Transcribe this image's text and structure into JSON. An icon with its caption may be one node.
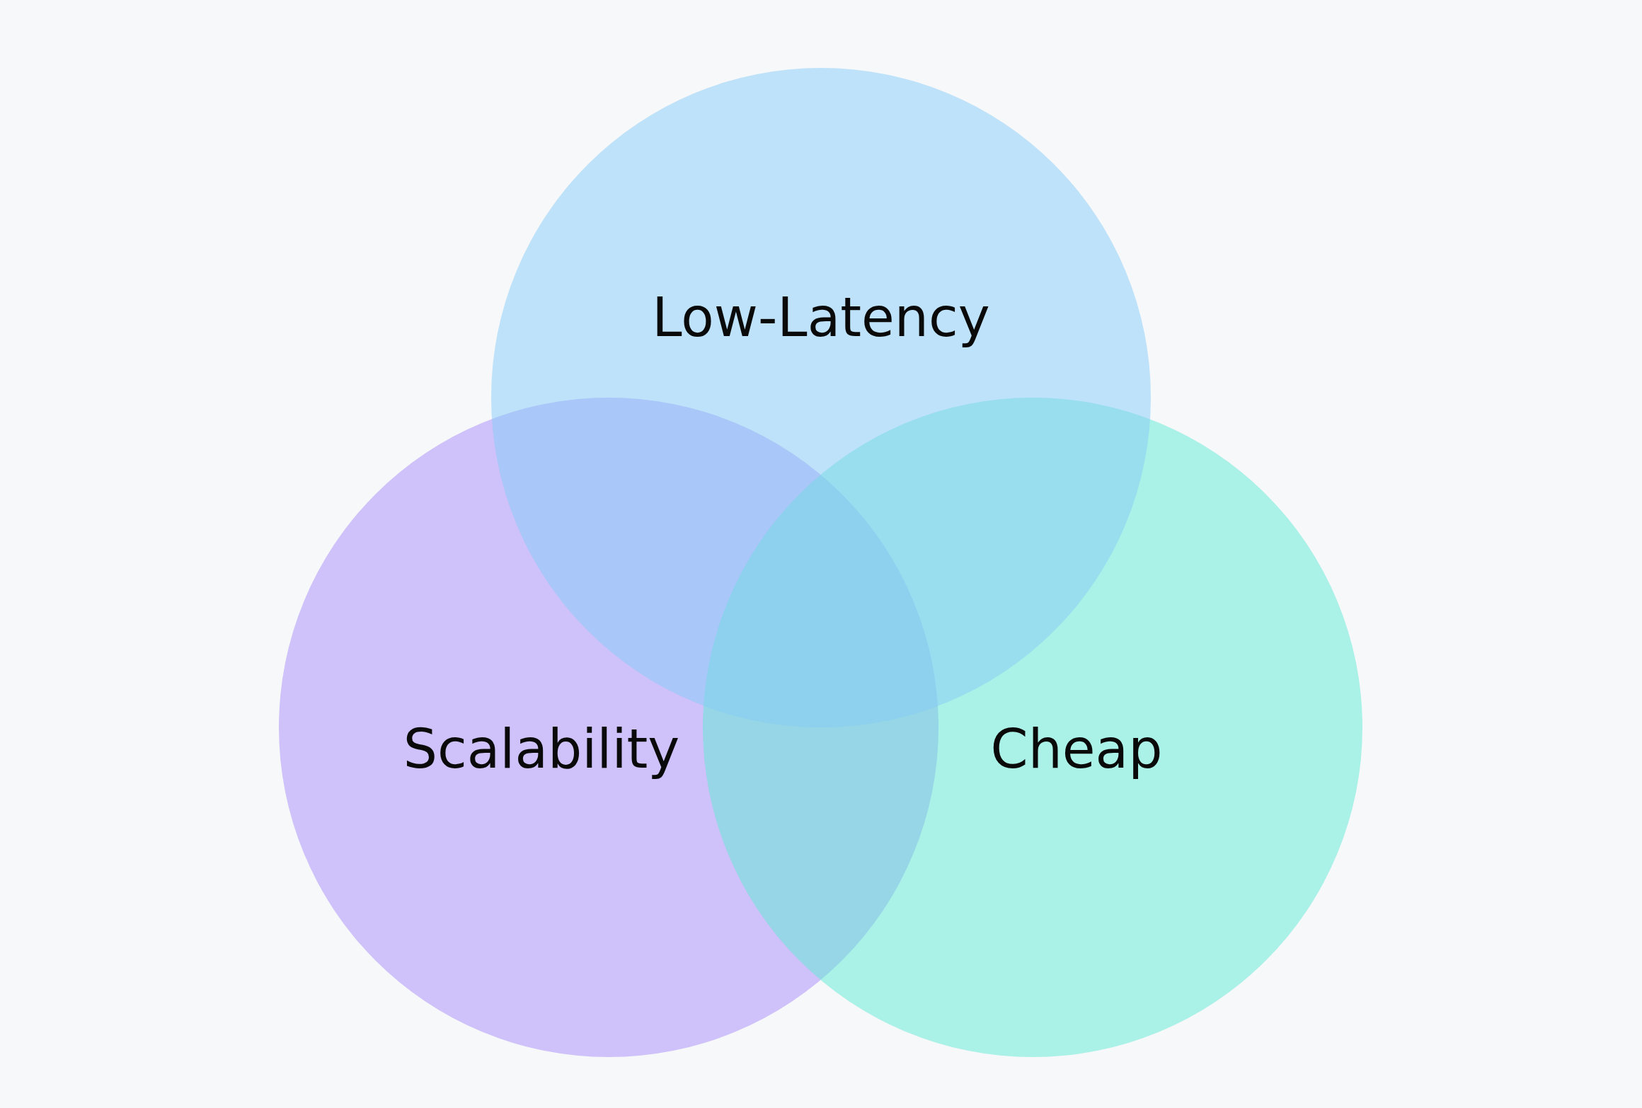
{
  "diagram": {
    "nodes": [
      {
        "text": [
          "Low-Latency"
        ]
      },
      {
        "text": [
          "Scalability"
        ]
      },
      {
        "text": [
          "Cheap"
        ]
      }
    ]
  }
}
